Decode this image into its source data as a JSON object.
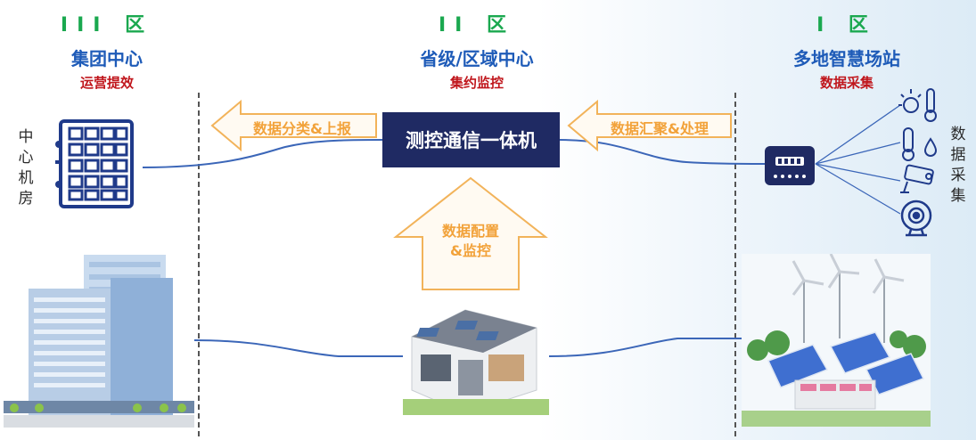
{
  "zones": [
    {
      "id": "III",
      "roman": "III 区",
      "title": "集团中心",
      "subtitle": "运营提效"
    },
    {
      "id": "II",
      "roman": "II 区",
      "title": "省级/区域中心",
      "subtitle": "集约监控"
    },
    {
      "id": "I",
      "roman": "I 区",
      "title": "多地智慧场站",
      "subtitle": "数据采集"
    }
  ],
  "hub": {
    "label": "测控通信一体机"
  },
  "arrows": {
    "left": "数据分类&上报",
    "right": "数据汇聚&处理",
    "up_line1": "数据配置",
    "up_line2": "&监控"
  },
  "labels": {
    "server_room": "中心机房",
    "collection": "数据采集"
  },
  "colors": {
    "navy": "#1f2a63",
    "green": "#1aa84f",
    "blue": "#1e5bb8",
    "red": "#c0161c",
    "orange": "#f2a23a",
    "line": "#3b66b8"
  }
}
